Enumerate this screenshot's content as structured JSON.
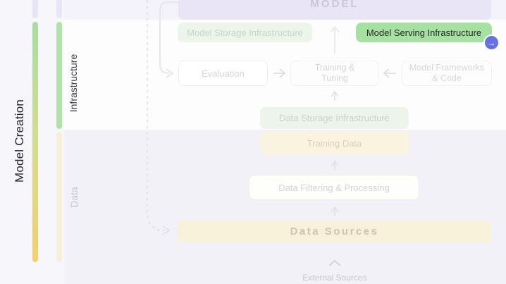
{
  "left_rail": {
    "title": "Model Creation",
    "bar_colors": {
      "top_segment": "#e8e4f6",
      "green": "#a6dea0",
      "yellow": "#f5cf6e",
      "cream": "#f8efdb"
    }
  },
  "header": {
    "model_label": "MODEL"
  },
  "infrastructure": {
    "label": "Infrastructure",
    "model_storage": "Model Storage Infrastructure",
    "model_serving": "Model Serving Infrastructure",
    "evaluation": "Evaluation",
    "training_tuning": "Training &\nTuning",
    "frameworks": "Model Frameworks\n& Code"
  },
  "data_section": {
    "label": "Data",
    "data_storage": "Data Storage Infrastructure",
    "training_data": "Training Data",
    "data_filtering": "Data Filtering & Processing",
    "data_sources": "Data Sources"
  },
  "external": {
    "label": "External Sources"
  },
  "serving_action": {
    "icon": "→"
  },
  "colors": {
    "highlight_green": "#a7e1a1",
    "faded_green": "#edf4ea",
    "faded_cream": "#f8f1da",
    "lavender_header": "#e9e5f6",
    "action_blue": "#6672e2",
    "infra_band": "#fdfdfe",
    "data_band": "#f1f1f7"
  }
}
